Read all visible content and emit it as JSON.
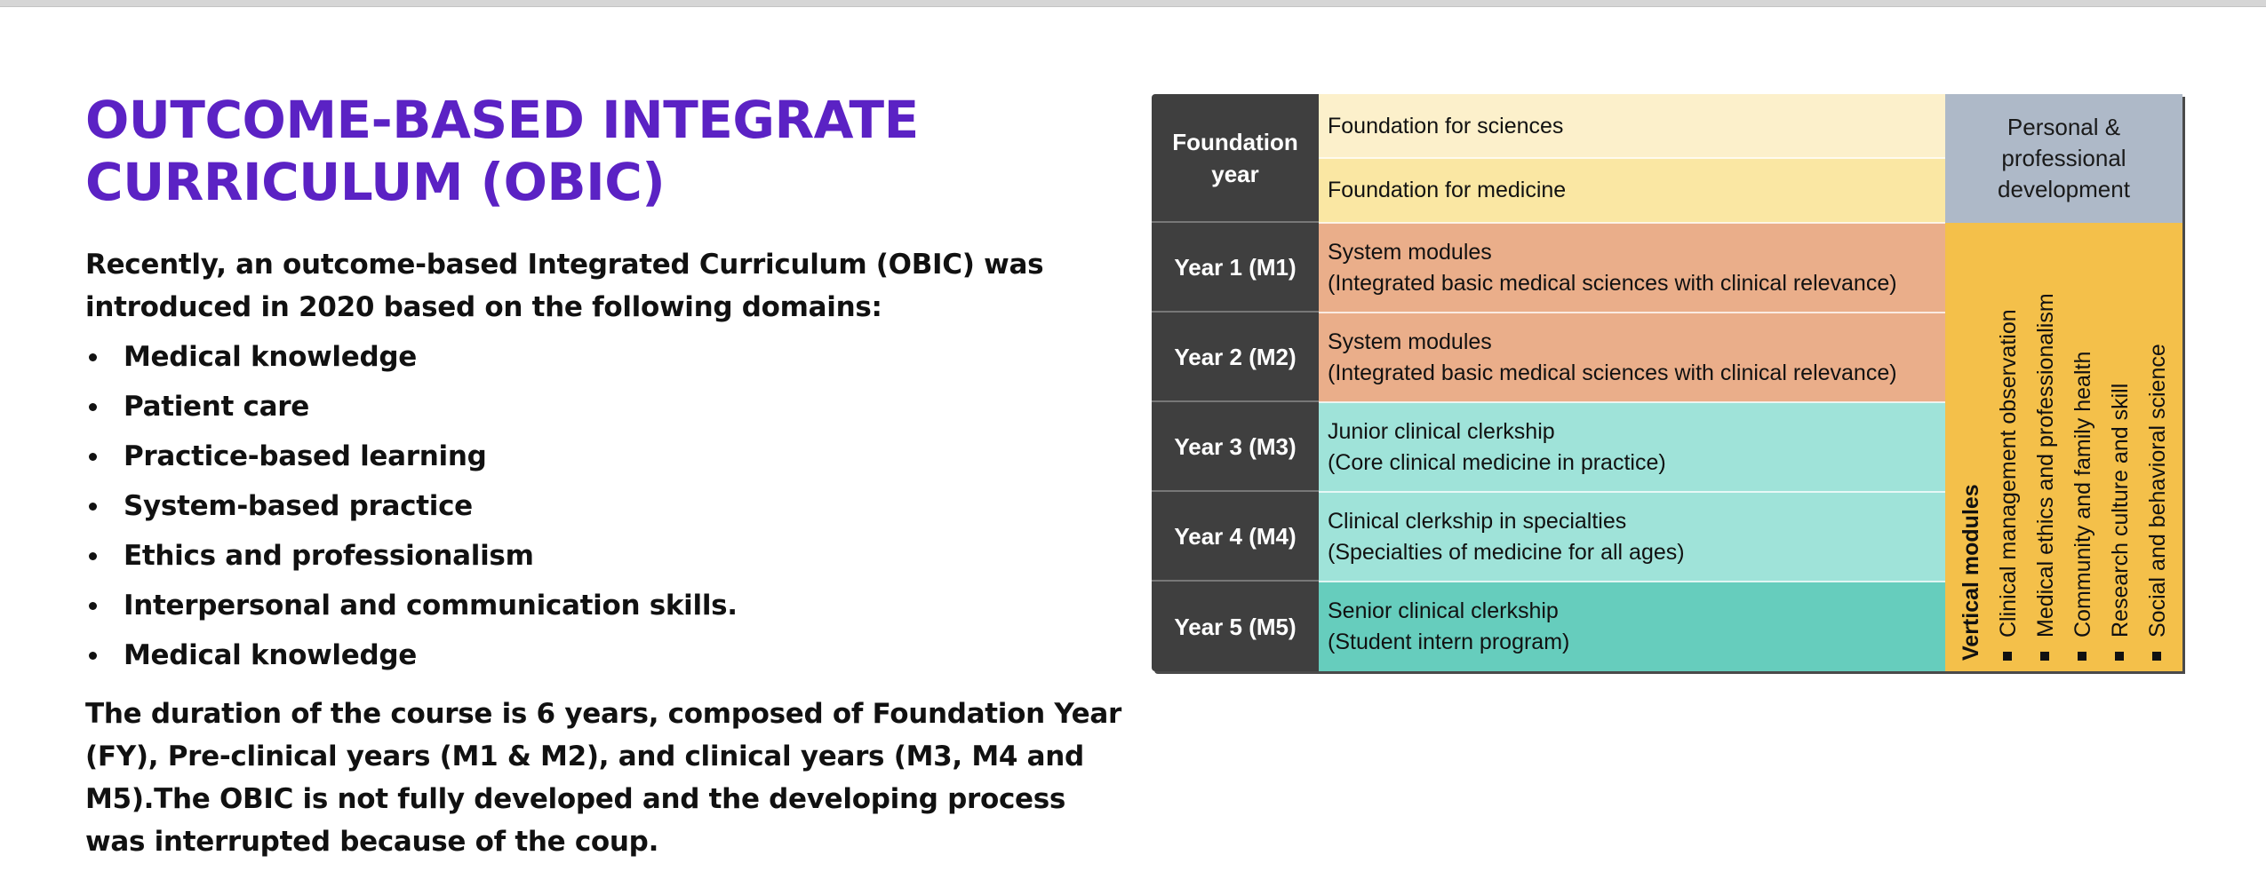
{
  "title": {
    "line1": "OUTCOME-BASED INTEGRATE",
    "line2": "CURRICULUM (OBIC)"
  },
  "intro": "Recently, an outcome-based Integrated Curriculum (OBIC) was introduced in 2020 based on the following domains:",
  "domains": [
    "Medical knowledge",
    "Patient care",
    "Practice-based learning",
    "System-based practice",
    "Ethics and professionalism",
    "Interpersonal and communication skills.",
    "Medical knowledge"
  ],
  "outro": "The duration of the course is 6 years, composed of Foundation Year (FY), Pre-clinical years (M1 & M2), and clinical years (M3, M4 and M5).The OBIC is not fully developed and the developing process was interrupted because of the coup.",
  "table": {
    "foundation_label": "Foundation year",
    "foundation_rows": [
      "Foundation for sciences",
      "Foundation for medicine"
    ],
    "years": [
      {
        "label": "Year 1 (M1)",
        "line1": "System modules",
        "line2": "(Integrated basic medical sciences with clinical relevance)"
      },
      {
        "label": "Year 2 (M2)",
        "line1": "System modules",
        "line2": "(Integrated basic medical sciences with clinical relevance)"
      },
      {
        "label": "Year 3 (M3)",
        "line1": "Junior clinical clerkship",
        "line2": "(Core clinical medicine in practice)"
      },
      {
        "label": "Year 4 (M4)",
        "line1": "Clinical clerkship in specialties",
        "line2": "(Specialties of medicine for all ages)"
      },
      {
        "label": "Year 5 (M5)",
        "line1": "Senior clinical clerkship",
        "line2": "(Student intern program)"
      }
    ],
    "personal": "Personal & professional development",
    "vertical_heading": "Vertical modules",
    "vertical_items": [
      "Clinical management observation",
      "Medical ethics and professionalism",
      "Community  and family health",
      "Research culture and skill",
      "Social and behavioral science"
    ],
    "colors": {
      "year_bg": "#3f3f3f",
      "foundation_sciences": "#fcf0cb",
      "foundation_medicine": "#fae7a3",
      "system_modules": "#eaae8a",
      "clerkship_light": "#9fe3d9",
      "clerkship_senior": "#66cdbd",
      "personal": "#aeb9c8",
      "vertical": "#f4c04a"
    }
  }
}
